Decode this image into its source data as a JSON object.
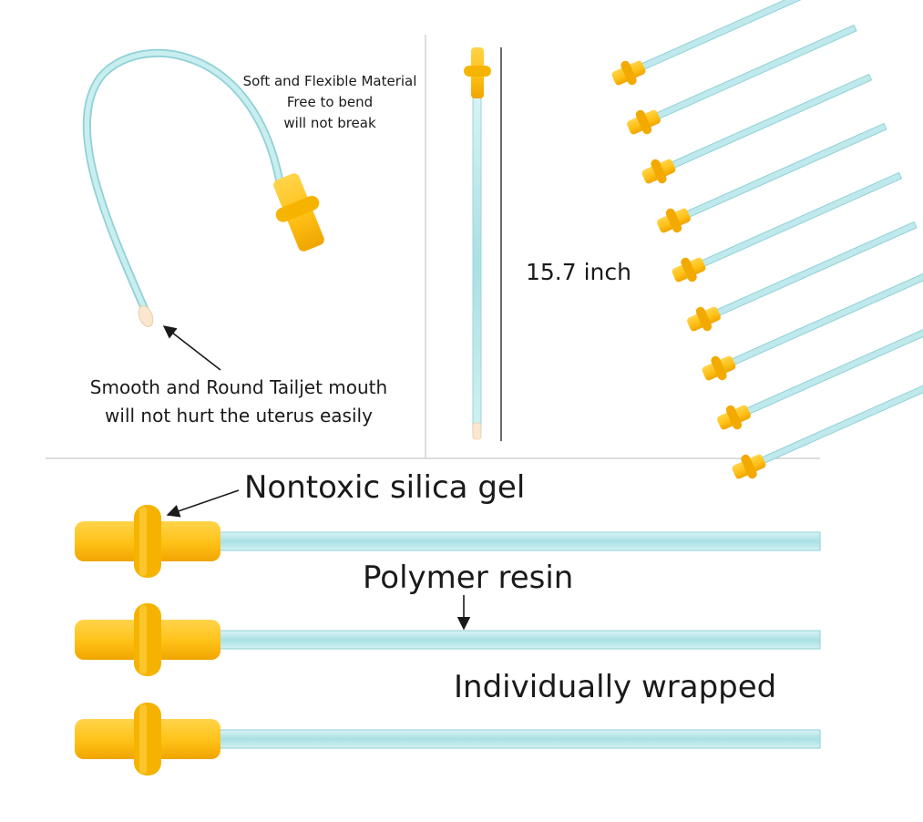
{
  "callouts": {
    "flexible": [
      "Soft and Flexible Material",
      "Free to bend",
      "will not break"
    ],
    "tip": [
      "Smooth and Round Tailjet mouth",
      "will not hurt the uterus easily"
    ],
    "length": "15.7 inch",
    "hub_material": "Nontoxic silica gel",
    "tube_material": "Polymer resin",
    "packaging": "Individually wrapped"
  },
  "colors": {
    "tube": "#bfe9ec",
    "tube_edge": "#8fd1d6",
    "hub": "#ffc61f",
    "hub_shade": "#f2a900",
    "tip": "#fbe6cf",
    "divider": "#c8c8c8",
    "text": "#1a1a1a"
  },
  "fan_catheter_count": 9,
  "closeup_catheter_count": 3
}
